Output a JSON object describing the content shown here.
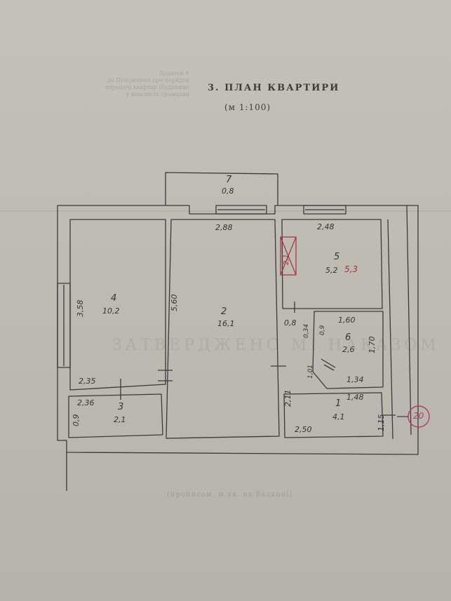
{
  "header": {
    "title": "3. ПЛАН КВАРТИРИ",
    "scale": "(м 1:100)"
  },
  "plan": {
    "rooms": [
      {
        "number": "1",
        "area": "4,1"
      },
      {
        "number": "2",
        "area": "16,1"
      },
      {
        "number": "3",
        "area": "2,1"
      },
      {
        "number": "4",
        "area": "10,2"
      },
      {
        "number": "5",
        "area": "5,2",
        "corrected_area": "5,3"
      },
      {
        "number": "6",
        "area": "2,6"
      },
      {
        "number": "7",
        "area": "0,8"
      }
    ],
    "dimensions": {
      "d288": "2,88",
      "d248": "2,48",
      "d560": "5,60",
      "d358": "3,58",
      "d235": "2,35",
      "d236": "2,36",
      "d09a": "0,9",
      "d08": "0,8",
      "d034": "0,34",
      "d09b": "0,9",
      "d101": "1,01",
      "d160": "1,60",
      "d170": "1,70",
      "d134": "1,34",
      "d211": "2,11",
      "d148": "1,48",
      "d250": "2,50",
      "d115": "1,15"
    },
    "closet_label": "2,1",
    "stamp": "20"
  },
  "faded_text": {
    "corner_lines": [
      "Додаток 6",
      "до Положення про порядок",
      "передачі квартир (будинків)",
      "у власність громадян"
    ],
    "bottom_note": "(прописом, м.кв. на балконі)",
    "bleed_through": "ЗАТВЕРДЖЕНО МІ НАКАЗОМ"
  }
}
